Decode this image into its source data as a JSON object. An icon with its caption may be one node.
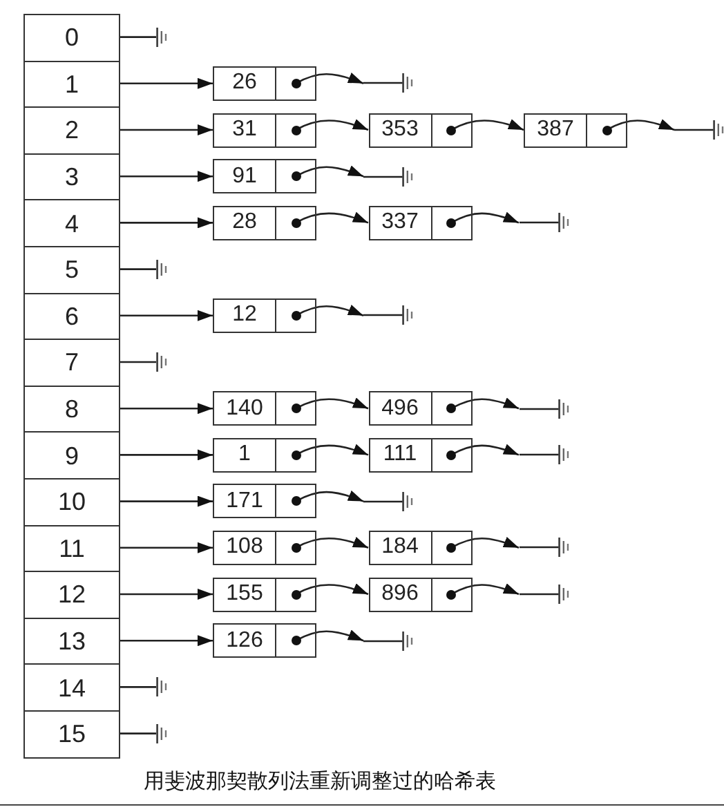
{
  "diagram": {
    "caption": "用斐波那契散列法重新调整过的哈希表",
    "nodes": [
      {
        "text": [
          "0"
        ]
      },
      {
        "text": [
          "1"
        ]
      },
      {
        "text": [
          "2"
        ]
      },
      {
        "text": [
          "3"
        ]
      },
      {
        "text": [
          "4"
        ]
      },
      {
        "text": [
          "5"
        ]
      },
      {
        "text": [
          "6"
        ]
      },
      {
        "text": [
          "7"
        ]
      },
      {
        "text": [
          "8"
        ]
      },
      {
        "text": [
          "9"
        ]
      },
      {
        "text": [
          "10"
        ]
      },
      {
        "text": [
          "11"
        ]
      },
      {
        "text": [
          "12"
        ]
      },
      {
        "text": [
          "13"
        ]
      },
      {
        "text": [
          "14"
        ]
      },
      {
        "text": [
          "15"
        ]
      },
      {
        "text": [],
        "shape": "ground"
      },
      {
        "text": [
          "26"
        ]
      },
      {
        "text": [],
        "shape": "ground"
      },
      {
        "text": [
          "31"
        ]
      },
      {
        "text": [
          "353"
        ]
      },
      {
        "text": [
          "387"
        ]
      },
      {
        "text": [],
        "shape": "ground"
      },
      {
        "text": [
          "91"
        ]
      },
      {
        "text": [],
        "shape": "ground"
      },
      {
        "text": [
          "28"
        ]
      },
      {
        "text": [
          "337"
        ]
      },
      {
        "text": [],
        "shape": "ground"
      },
      {
        "text": [],
        "shape": "ground"
      },
      {
        "text": [
          "12"
        ]
      },
      {
        "text": [],
        "shape": "ground"
      },
      {
        "text": [],
        "shape": "ground"
      },
      {
        "text": [
          "140"
        ]
      },
      {
        "text": [
          "496"
        ]
      },
      {
        "text": [],
        "shape": "ground"
      },
      {
        "text": [
          "1"
        ]
      },
      {
        "text": [
          "111"
        ]
      },
      {
        "text": [],
        "shape": "ground"
      },
      {
        "text": [
          "171"
        ]
      },
      {
        "text": [],
        "shape": "ground"
      },
      {
        "text": [
          "108"
        ]
      },
      {
        "text": [
          "184"
        ]
      },
      {
        "text": [],
        "shape": "ground"
      },
      {
        "text": [
          "155"
        ]
      },
      {
        "text": [
          "896"
        ]
      },
      {
        "text": [],
        "shape": "ground"
      },
      {
        "text": [
          "126"
        ]
      },
      {
        "text": [],
        "shape": "ground"
      },
      {
        "text": [],
        "shape": "ground"
      },
      {
        "text": [],
        "shape": "ground"
      }
    ],
    "edges": [
      {
        "from": 0,
        "to": 16,
        "arrow": "none"
      },
      {
        "from": 1,
        "to": 17,
        "arrow": "to"
      },
      {
        "from": 17,
        "to": 18,
        "arrow": "to"
      },
      {
        "from": 2,
        "to": 19,
        "arrow": "to"
      },
      {
        "from": 19,
        "to": 20,
        "arrow": "to"
      },
      {
        "from": 20,
        "to": 21,
        "arrow": "to"
      },
      {
        "from": 21,
        "to": 22,
        "arrow": "to"
      },
      {
        "from": 3,
        "to": 23,
        "arrow": "to"
      },
      {
        "from": 23,
        "to": 24,
        "arrow": "to"
      },
      {
        "from": 4,
        "to": 25,
        "arrow": "to"
      },
      {
        "from": 25,
        "to": 26,
        "arrow": "to"
      },
      {
        "from": 26,
        "to": 27,
        "arrow": "to"
      },
      {
        "from": 5,
        "to": 28,
        "arrow": "none"
      },
      {
        "from": 6,
        "to": 29,
        "arrow": "to"
      },
      {
        "from": 29,
        "to": 30,
        "arrow": "to"
      },
      {
        "from": 7,
        "to": 31,
        "arrow": "none"
      },
      {
        "from": 8,
        "to": 32,
        "arrow": "to"
      },
      {
        "from": 32,
        "to": 33,
        "arrow": "to"
      },
      {
        "from": 33,
        "to": 34,
        "arrow": "to"
      },
      {
        "from": 9,
        "to": 35,
        "arrow": "to"
      },
      {
        "from": 35,
        "to": 36,
        "arrow": "to"
      },
      {
        "from": 36,
        "to": 37,
        "arrow": "to"
      },
      {
        "from": 10,
        "to": 38,
        "arrow": "to"
      },
      {
        "from": 38,
        "to": 39,
        "arrow": "to"
      },
      {
        "from": 11,
        "to": 40,
        "arrow": "to"
      },
      {
        "from": 40,
        "to": 41,
        "arrow": "to"
      },
      {
        "from": 41,
        "to": 42,
        "arrow": "to"
      },
      {
        "from": 12,
        "to": 43,
        "arrow": "to"
      },
      {
        "from": 43,
        "to": 44,
        "arrow": "to"
      },
      {
        "from": 44,
        "to": 45,
        "arrow": "to"
      },
      {
        "from": 13,
        "to": 46,
        "arrow": "to"
      },
      {
        "from": 46,
        "to": 47,
        "arrow": "to"
      },
      {
        "from": 14,
        "to": 48,
        "arrow": "none"
      },
      {
        "from": 15,
        "to": 49,
        "arrow": "none"
      }
    ]
  }
}
